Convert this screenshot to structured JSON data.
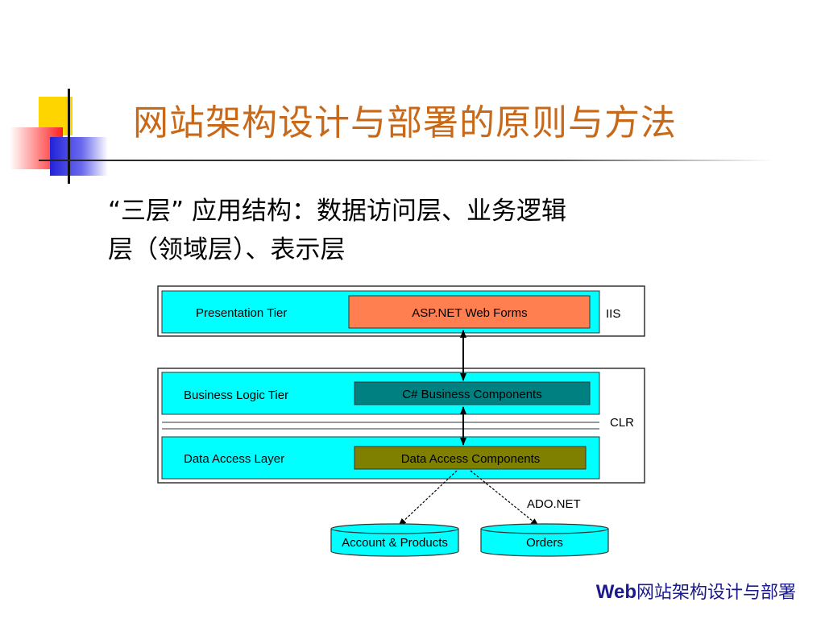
{
  "slide": {
    "title": "网站架构设计与部署的原则与方法",
    "bullet_line1": "“三层” 应用结构：数据访问层、业务逻辑",
    "bullet_line2": "层（领域层）、表示层",
    "footer_web": "Web",
    "footer_rest": "网站架构设计与部署"
  },
  "diagram": {
    "presentation_tier": "Presentation Tier",
    "asp_net_web_forms": "ASP.NET Web Forms",
    "iis": "IIS",
    "business_logic_tier": "Business Logic Tier",
    "csharp_components": "C# Business Components",
    "clr": "CLR",
    "data_access_layer": "Data Access Layer",
    "data_access_components": "Data Access Components",
    "ado_net": "ADO.NET",
    "db_account_products": "Account & Products",
    "db_orders": "Orders"
  },
  "colors": {
    "title": "#c8691a",
    "tier_fill": "#00ffff",
    "asp_fill": "#ff7f50",
    "csharp_fill": "#008080",
    "data_access_fill": "#808000",
    "footer": "#1a1a8c"
  }
}
